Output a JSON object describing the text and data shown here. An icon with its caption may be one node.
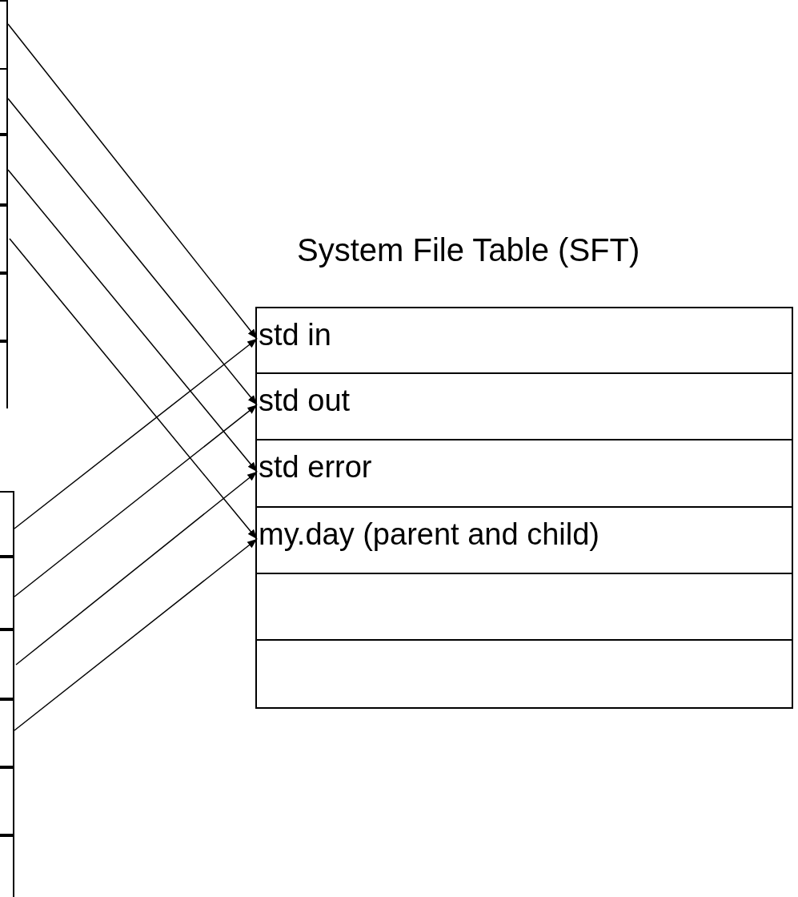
{
  "diagram": {
    "nodes": [
      {
        "text": [],
        "shape": "box"
      },
      {
        "text": [],
        "shape": "box"
      },
      {
        "text": [],
        "shape": "box"
      },
      {
        "text": [],
        "shape": "box"
      },
      {
        "text": [],
        "shape": "box"
      },
      {
        "text": [],
        "shape": "box"
      },
      {
        "text": [
          "System File Table (SFT)"
        ]
      },
      {
        "text": [
          "std in"
        ],
        "in": 6
      },
      {
        "text": [
          "std out"
        ],
        "in": 6
      },
      {
        "text": [
          "std error"
        ],
        "in": 6
      },
      {
        "text": [
          "my.day (parent and child)"
        ],
        "in": 6
      },
      {
        "text": [],
        "shape": "box",
        "in": 6
      },
      {
        "text": [],
        "shape": "box",
        "in": 6
      },
      {
        "text": [],
        "shape": "box"
      },
      {
        "text": [],
        "shape": "box"
      },
      {
        "text": [],
        "shape": "box"
      },
      {
        "text": [],
        "shape": "box"
      },
      {
        "text": [],
        "shape": "box"
      },
      {
        "text": [],
        "shape": "box"
      }
    ],
    "edges": [
      {
        "from": 0,
        "to": 7,
        "arrow": "to"
      },
      {
        "from": 1,
        "to": 8,
        "arrow": "to"
      },
      {
        "from": 2,
        "to": 9,
        "arrow": "to"
      },
      {
        "from": 3,
        "to": 10,
        "arrow": "to"
      },
      {
        "from": 13,
        "to": 7,
        "arrow": "to"
      },
      {
        "from": 14,
        "to": 8,
        "arrow": "to"
      },
      {
        "from": 15,
        "to": 9,
        "arrow": "to"
      },
      {
        "from": 16,
        "to": 10,
        "arrow": "to"
      }
    ]
  }
}
